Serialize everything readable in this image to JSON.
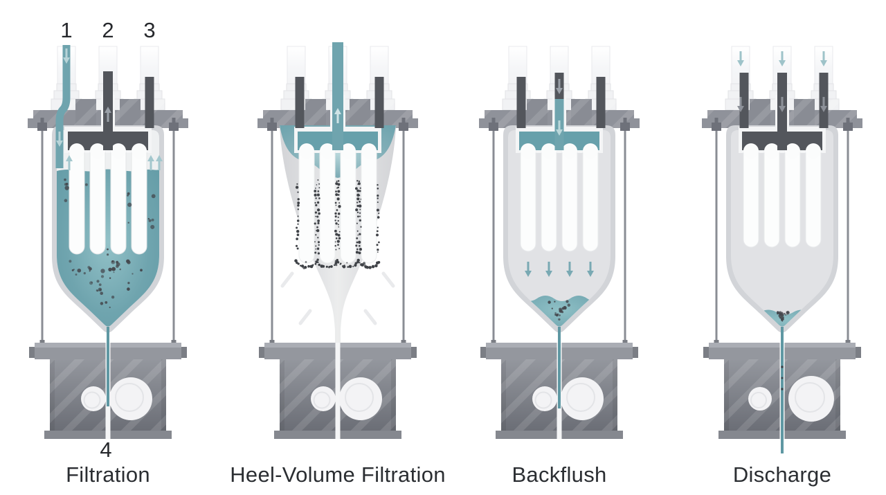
{
  "diagram": {
    "title_numbers": {
      "n1": "1",
      "n2": "2",
      "n3": "3",
      "n4": "4"
    },
    "stages": [
      {
        "label": "Filtration"
      },
      {
        "label": "Heel-Volume Filtration"
      },
      {
        "label": "Backflush"
      },
      {
        "label": "Discharge"
      }
    ],
    "colors": {
      "liquid_teal": "#6fa4ae",
      "liquid_teal_light": "#9cc5cb",
      "dark_metal": "#53565c",
      "light_metal": "#8f929a",
      "vessel_wall": "#d2d4d8",
      "valve_ball": "#f3f3f5",
      "particle": "#45484e"
    }
  }
}
